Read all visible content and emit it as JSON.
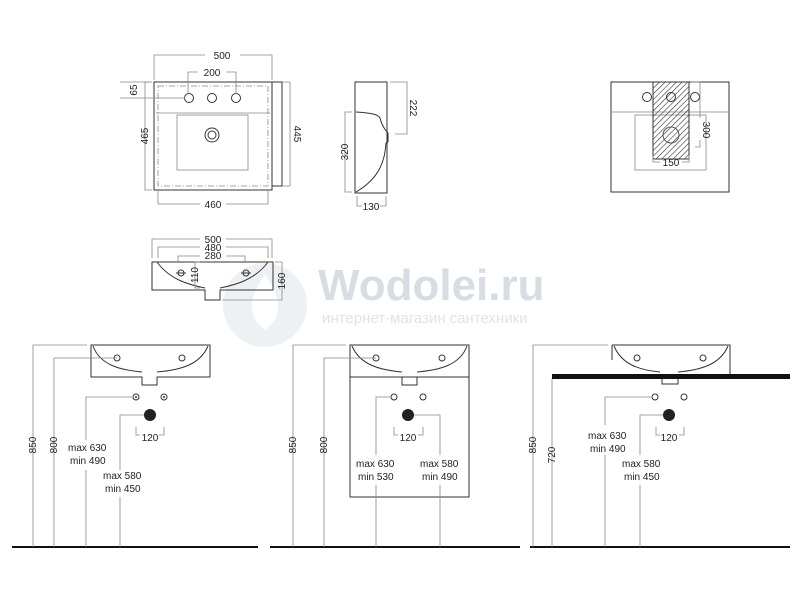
{
  "watermark": {
    "brand": "Wodolei.ru",
    "tagline": "интернет-магазин сантехники"
  },
  "top_view": {
    "width": "500",
    "holes_spacing": "200",
    "hole_offset": "65",
    "depth": "465",
    "inner_depth": "445",
    "bottom_width": "460"
  },
  "side_view": {
    "height_top": "222",
    "height": "320",
    "depth": "130"
  },
  "front_view": {
    "width": "500",
    "width_inner": "480",
    "holes_spacing": "280",
    "hole_height": "110",
    "height": "160"
  },
  "rear_view": {
    "zone_height": "300",
    "zone_width": "150"
  },
  "install_1": {
    "h1": "850",
    "h2": "800",
    "water": "max 630",
    "water_min": "min 490",
    "drain": "max 580",
    "drain_min": "min 450",
    "spacing": "120"
  },
  "install_2": {
    "h1": "850",
    "h2": "800",
    "water": "max 630",
    "water_min": "min 530",
    "drain": "max 580",
    "drain_min": "min 490",
    "spacing": "120"
  },
  "install_3": {
    "h1": "850",
    "h2": "720",
    "water": "max 630",
    "water_min": "min 490",
    "drain": "max 580",
    "drain_min": "min 450",
    "spacing": "120"
  }
}
